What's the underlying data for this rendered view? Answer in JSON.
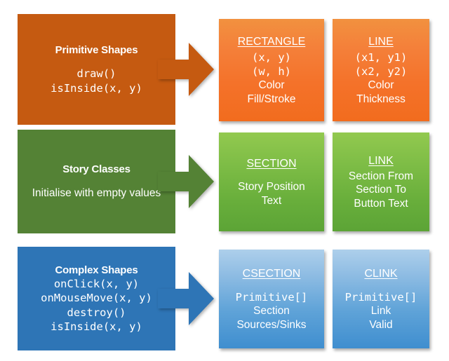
{
  "diagram": {
    "type": "three-tier class hierarchy",
    "rows": [
      {
        "id": "primitive-shapes",
        "accent": "#c55a11",
        "accent_gradient_top": "#f2913f",
        "accent_gradient_bottom": "#f26c1e",
        "panel": {
          "heading": "Primitive Shapes",
          "mono_lines": [
            "draw()",
            "isInside(x, y)"
          ],
          "plain_lines": []
        },
        "arrow": {
          "direction": "right",
          "color": "#c55a11"
        },
        "cards": [
          {
            "title": "RECTANGLE",
            "gap_after_title": false,
            "mono_lines": [
              "(x, y)",
              "(w, h)"
            ],
            "plain_lines": [
              "Color",
              "Fill/Stroke"
            ]
          },
          {
            "title": "LINE",
            "gap_after_title": false,
            "mono_lines": [
              "(x1, y1)",
              "(x2, y2)"
            ],
            "plain_lines": [
              "Color",
              "Thickness"
            ]
          }
        ]
      },
      {
        "id": "story-classes",
        "accent": "#548235",
        "accent_gradient_top": "#92c94f",
        "accent_gradient_bottom": "#5ca436",
        "panel": {
          "heading": "Story Classes",
          "mono_lines": [],
          "plain_lines": [
            "Initialise with empty values"
          ]
        },
        "arrow": {
          "direction": "right",
          "color": "#548235"
        },
        "cards": [
          {
            "title": "SECTION",
            "gap_after_title": true,
            "mono_lines": [],
            "plain_lines": [
              "Story Position",
              "Text"
            ]
          },
          {
            "title": "LINK",
            "gap_after_title": false,
            "mono_lines": [],
            "plain_lines": [
              "Section From",
              "Section To",
              "Button Text"
            ]
          }
        ]
      },
      {
        "id": "complex-shapes",
        "accent": "#2e75b6",
        "accent_gradient_top": "#adcfeb",
        "accent_gradient_bottom": "#3f8ecf",
        "panel": {
          "heading": "Complex Shapes",
          "mono_lines": [
            "onClick(x, y)",
            "onMouseMove(x, y)",
            "destroy()",
            "isInside(x, y)"
          ],
          "plain_lines": []
        },
        "arrow": {
          "direction": "right",
          "color": "#2e75b6"
        },
        "cards": [
          {
            "title": "CSECTION",
            "gap_after_title": true,
            "mono_lines": [
              "Primitive[]"
            ],
            "plain_lines": [
              "Section",
              "Sources/Sinks"
            ]
          },
          {
            "title": "CLINK",
            "gap_after_title": true,
            "mono_lines": [
              "Primitive[]"
            ],
            "plain_lines": [
              "Link",
              "Valid"
            ]
          }
        ]
      }
    ]
  }
}
